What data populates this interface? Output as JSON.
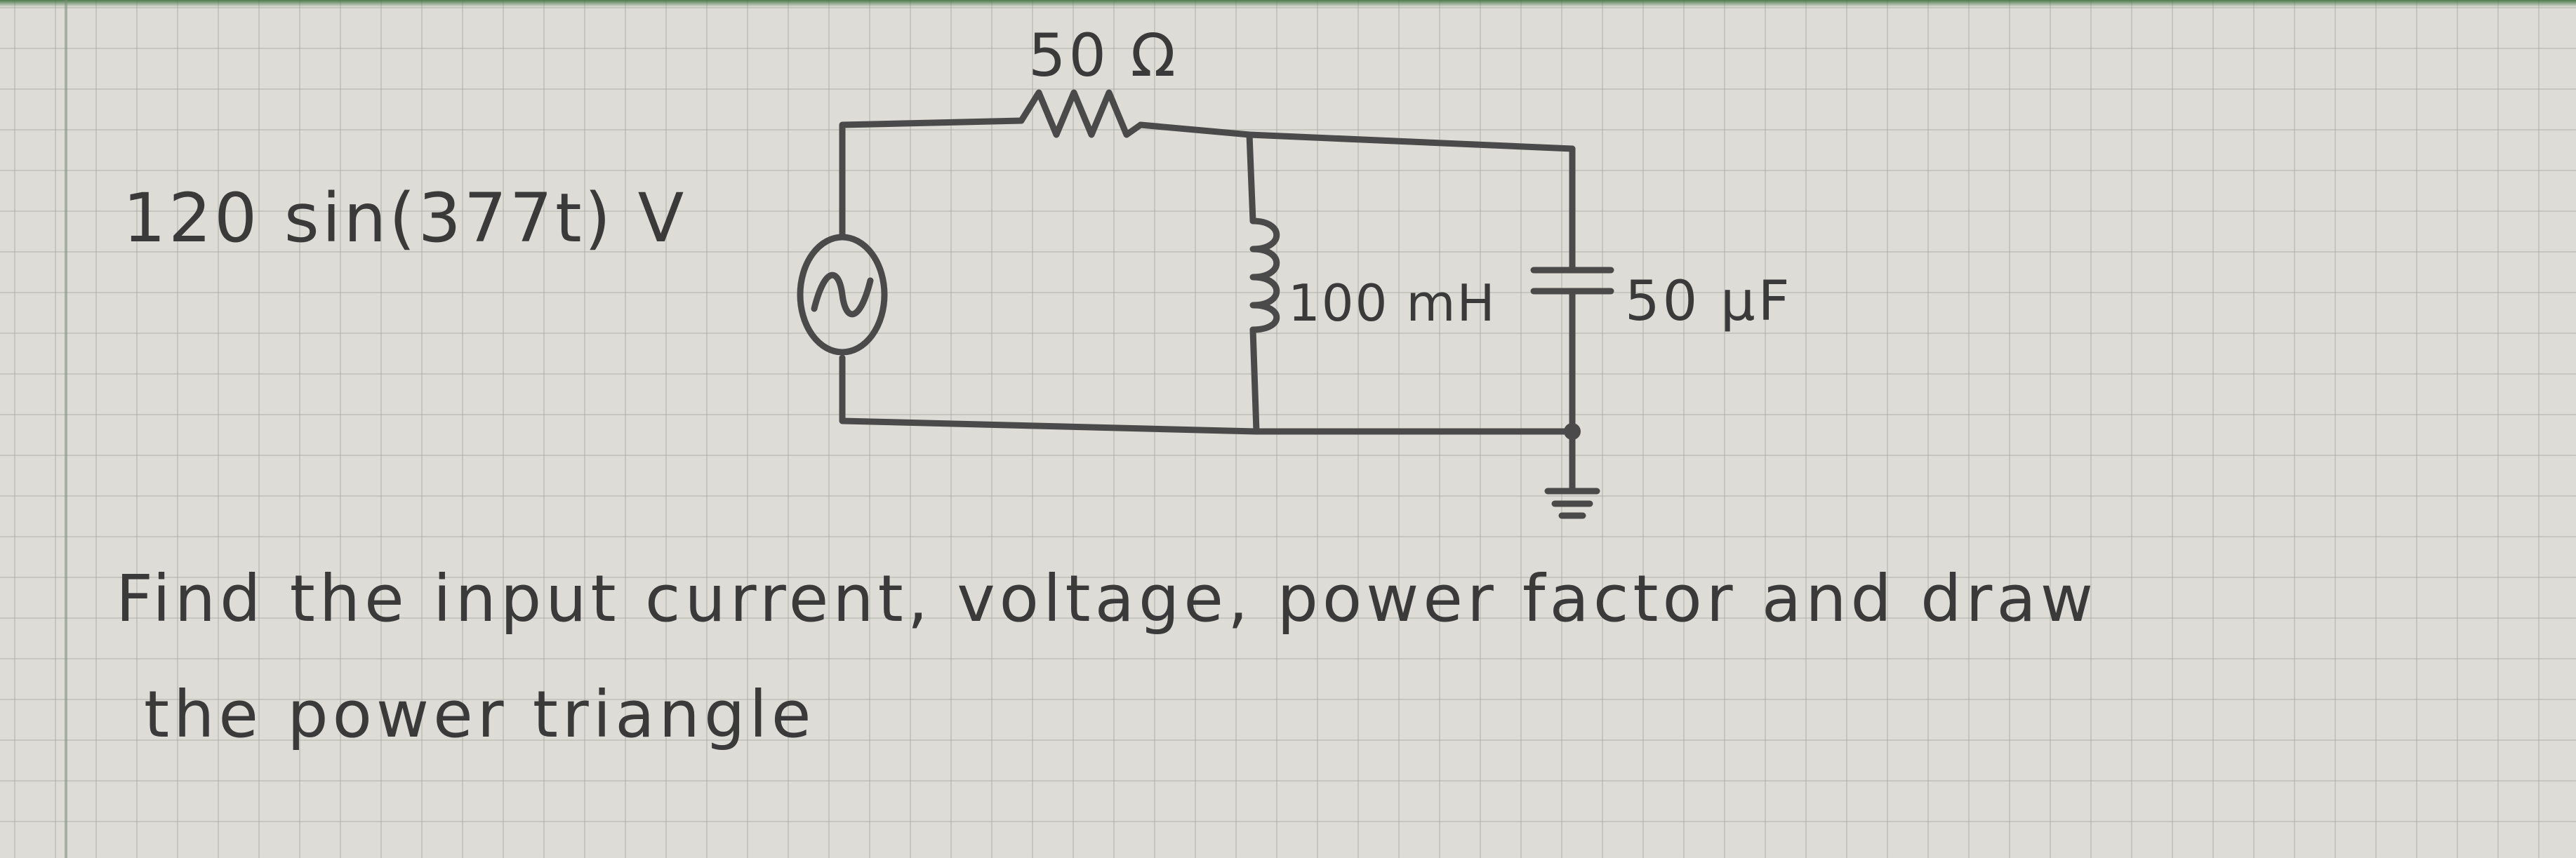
{
  "circuit": {
    "source_label": "120 sin(377t) V",
    "resistor_label": "50 Ω",
    "inductor_label": "100 mH",
    "capacitor_label": "50 μF"
  },
  "question": {
    "line1": "Find the input current, voltage, power factor and draw",
    "line2": "the power triangle"
  }
}
